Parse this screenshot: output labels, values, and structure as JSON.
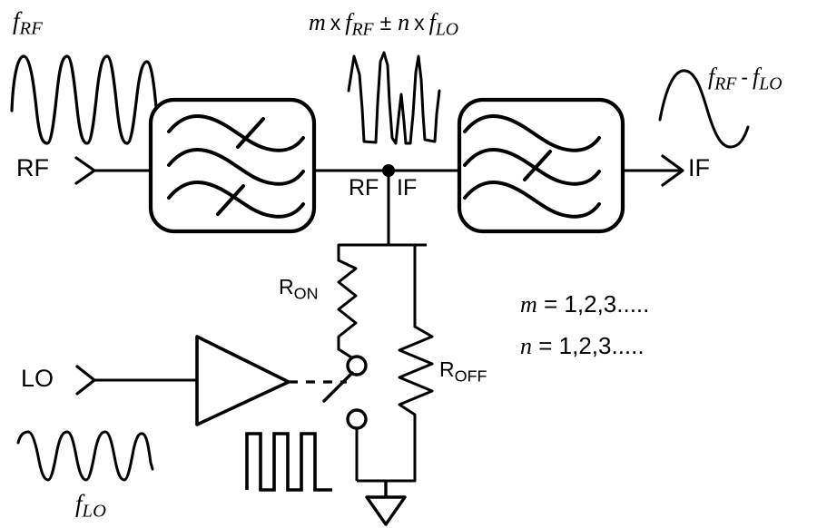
{
  "diagram": {
    "title": "RF mixer block diagram with ON/OFF resistive switch model",
    "stroke_color": "#000000",
    "background_color": "#ffffff"
  },
  "ports": {
    "rf_input_label": "RF",
    "lo_input_label": "LO",
    "if_output_label": "IF",
    "node_rf_label": "RF",
    "node_if_label": "IF"
  },
  "signals": {
    "rf_freq_label": {
      "base": "f",
      "sub": "RF"
    },
    "lo_freq_label": {
      "base": "f",
      "sub": "LO"
    },
    "intermod_label": {
      "m": "m",
      "times1": "x",
      "f1": "f",
      "f1sub": "RF",
      "pm": "±",
      "n": "n",
      "times2": "x",
      "f2": "f",
      "f2sub": "LO"
    },
    "output_freq_label": {
      "f1": "f",
      "f1sub": "RF",
      "minus": "-",
      "f2": "f",
      "f2sub": "LO"
    }
  },
  "components": {
    "filter_left": {
      "name": "bandpass-filter",
      "wave_count": 3,
      "slash_on_waves": [
        1,
        3
      ]
    },
    "filter_right": {
      "name": "bandpass-filter",
      "wave_count": 3,
      "slash_on_waves": [
        2
      ]
    },
    "amplifier": {
      "name": "lo-amplifier"
    },
    "resistor_on": {
      "label_base": "R",
      "label_sub": "ON"
    },
    "resistor_off": {
      "label_base": "R",
      "label_sub": "OFF"
    },
    "ground": {
      "name": "ground-symbol"
    },
    "switch": {
      "name": "spdt-switch",
      "terminals": 2
    }
  },
  "annotations": {
    "m_values": {
      "var": "m",
      "eq": "= 1,2,3....."
    },
    "n_values": {
      "var": "n",
      "eq": "= 1,2,3....."
    }
  },
  "waveforms": {
    "rf_sine": {
      "name": "rf-input-sine",
      "cycles": 4
    },
    "intermod": {
      "name": "intermodulation-waveform",
      "cycles": 4
    },
    "if_sine": {
      "name": "if-output-sine",
      "cycles": 1
    },
    "lo_sine": {
      "name": "lo-input-sine",
      "cycles": 4
    },
    "lo_square": {
      "name": "lo-square-wave",
      "cycles": 4
    }
  }
}
